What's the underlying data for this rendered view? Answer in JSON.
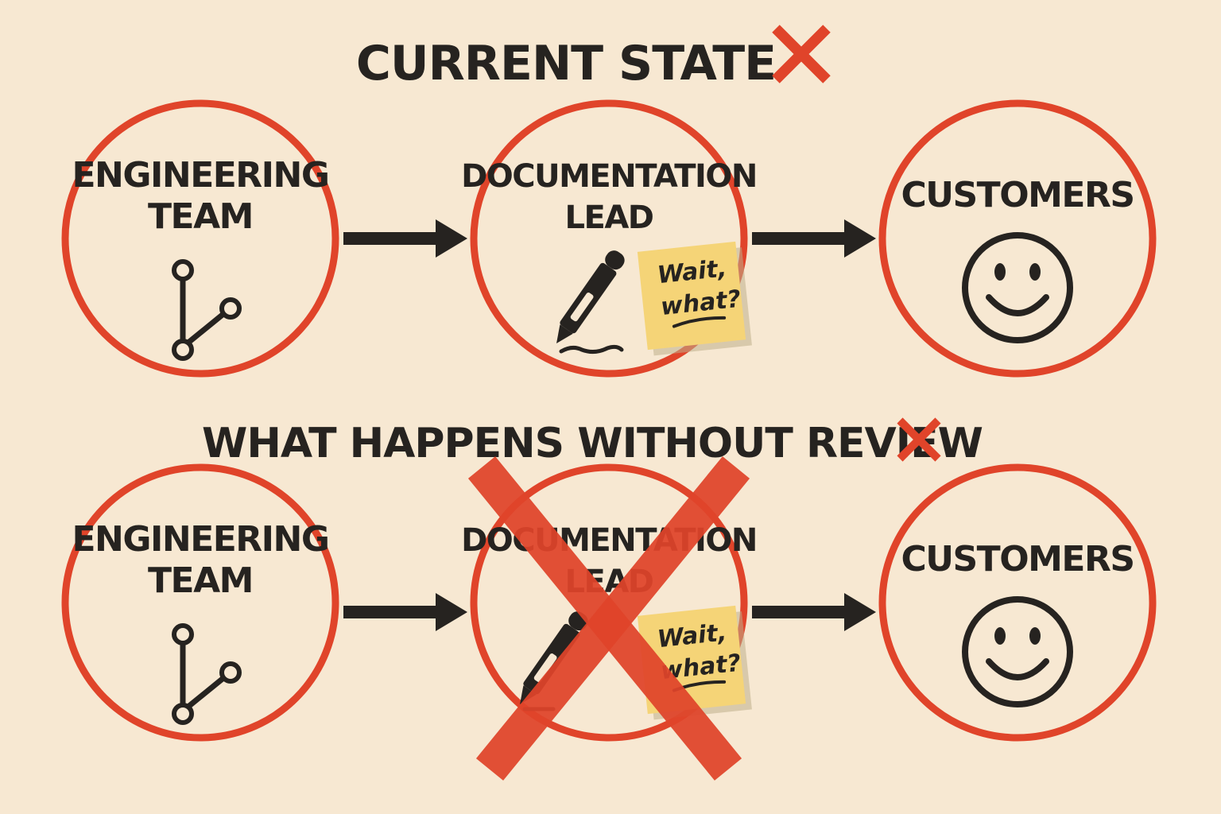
{
  "colors": {
    "background": "#f7e8d2",
    "ring": "#e0442a",
    "ink": "#262320",
    "note": "#f5d477",
    "note_shadow": "#bfae8a"
  },
  "sections": [
    {
      "title": "CURRENT STATE",
      "title_mark_icon": "x-mark-icon",
      "nodes": [
        {
          "label_lines": [
            "ENGINEERING",
            "TEAM"
          ],
          "icon": "git-branch-icon"
        },
        {
          "label_lines": [
            "DOCUMENTATION",
            "LEAD"
          ],
          "icon": "pen-icon",
          "note_lines": [
            "Wait,",
            "what?"
          ]
        },
        {
          "label_lines": [
            "CUSTOMERS"
          ],
          "icon": "smiley-face-icon"
        }
      ],
      "connectors": [
        "arrow-right-icon",
        "arrow-right-icon"
      ],
      "crossed_out_node": null
    },
    {
      "title": "WHAT HAPPENS WITHOUT REVIEW",
      "title_mark_icon": "x-mark-icon",
      "nodes": [
        {
          "label_lines": [
            "ENGINEERING",
            "TEAM"
          ],
          "icon": "git-branch-icon"
        },
        {
          "label_lines": [
            "DOCUMENTATION",
            "LEAD"
          ],
          "icon": "pen-icon",
          "note_lines": [
            "Wait,",
            "what?"
          ]
        },
        {
          "label_lines": [
            "CUSTOMERS"
          ],
          "icon": "smiley-face-icon"
        }
      ],
      "connectors": [
        "arrow-right-icon",
        "arrow-right-icon"
      ],
      "crossed_out_node": 1
    }
  ]
}
